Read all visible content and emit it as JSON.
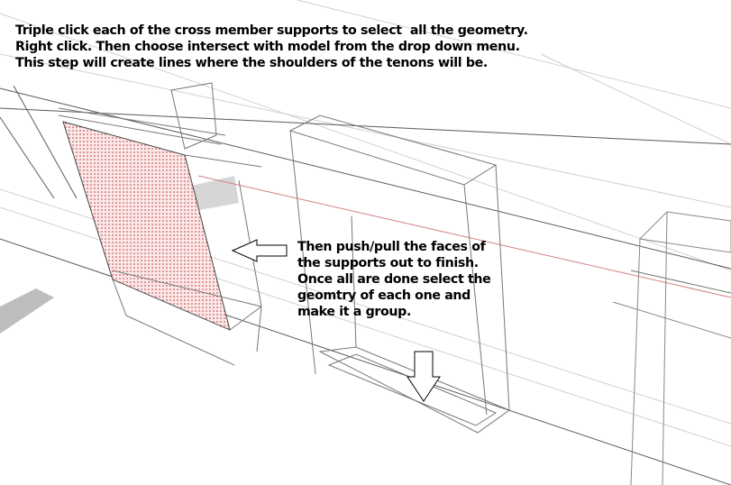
{
  "instructions": {
    "top_lines": [
      "Triple click each of the cross member supports to select  all the geometry.",
      "Right click. Then choose intersect with model from the drop down menu.",
      "This step will create lines where the shoulders of the tenons will be."
    ],
    "middle_lines": [
      "Then push/pull the faces of",
      "the supports out to finish.",
      "Once all are done select the",
      "geomtry of each one and",
      "make it a group."
    ]
  },
  "colors": {
    "selected_face": "#e8a0a0",
    "edge": "#7a7a7a",
    "light_edge": "#c8c8c8",
    "axis_red": "#d08080"
  }
}
